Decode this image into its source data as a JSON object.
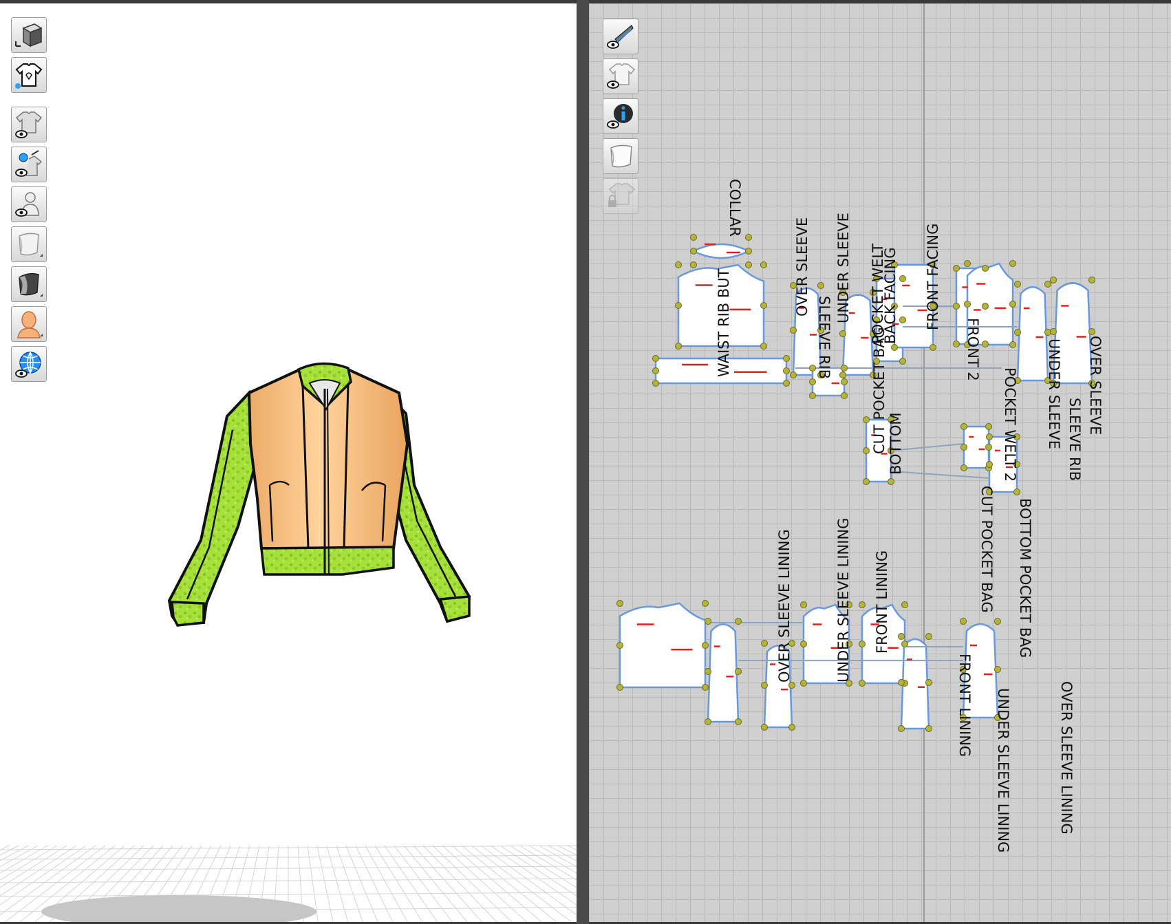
{
  "viewport_3d": {
    "toolbar_top": [
      "3d-view-mode-icon",
      "garment-display-icon"
    ],
    "toolbar_bottom": [
      "show-garment-icon",
      "show-trims-icon",
      "show-avatar-icon",
      "fabric-render-icon",
      "texture-render-icon",
      "avatar-render-icon",
      "environment-icon"
    ]
  },
  "viewport_2d": {
    "toolbar": [
      "show-baseline-icon",
      "show-2d-garment-icon",
      "show-pattern-info-icon",
      "show-texture-icon",
      "lock-pattern-icon"
    ],
    "pattern_labels": {
      "collar": "COLLAR",
      "waist_rib_top": "WAIST RIB BUT",
      "over_sleeve_1": "OVER SLEEVE",
      "under_sleeve_1": "UNDER SLEEVE",
      "sleeve_rib_1": "SLEEVE RIB",
      "pocket_welt_1": "POCKET WELT",
      "back_facing": "BACK FACING",
      "cut_pocket_bag_1": "CUT POCKET BAG",
      "front_facing": "FRONT FACING",
      "front_2": "FRONT 2",
      "bottom": "BOTTOM",
      "pocket_welt_2": "POCKET WELT 2",
      "cut_pocket_bag_2": "CUT POCKET BAG",
      "bottom_pocket_bag": "BOTTOM POCKET BAG",
      "under_sleeve_2": "UNDER SLEEVE",
      "sleeve_rib_2": "SLEEVE RIB",
      "over_sleeve_2": "OVER SLEEVE",
      "over_sleeve_lining_1": "OVER SLEEVE LINING",
      "under_sleeve_lining_1": "UNDER SLEEVE LINING",
      "front_lining_1": "FRONT LINING",
      "front_lining_2": "FRONT LINING",
      "under_sleeve_lining_2": "UNDER SLEEVE LINING",
      "over_sleeve_lining_2": "OVER SLEEVE LINING"
    }
  },
  "colors": {
    "body_fabric": "#f5b978",
    "sleeve_fabric": "#a6e03a",
    "rib_fabric": "#a6e03a",
    "outline": "#111111",
    "point": "#b4b43c",
    "seam_blue": "#5a8fd8",
    "notch_red": "#e0201a"
  }
}
